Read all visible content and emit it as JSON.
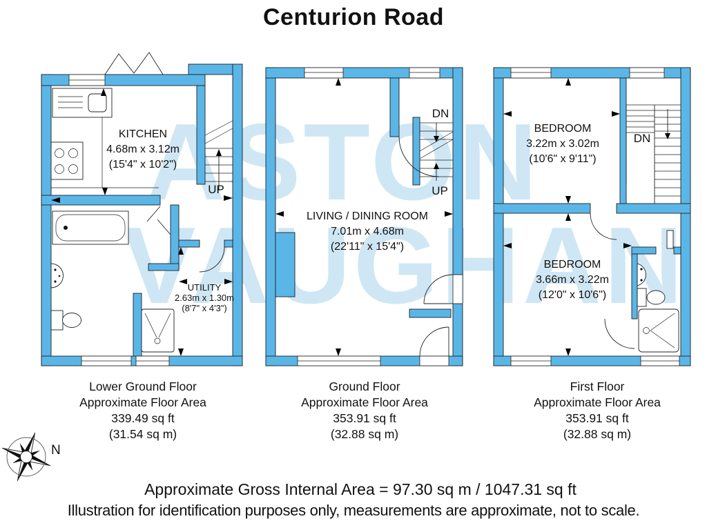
{
  "title": "Centurion Road",
  "watermark": {
    "line1": "ASTON",
    "line2": "VAUGHAN"
  },
  "colors": {
    "wall": "#5bb6e8",
    "watermark": "#cfe7f4",
    "ink": "#111111"
  },
  "floors": [
    {
      "caption": [
        "Lower Ground Floor",
        "Approximate Floor Area",
        "339.49 sq ft",
        "(31.54 sq m)"
      ],
      "rooms": {
        "kitchen": {
          "name": "KITCHEN",
          "metric": "4.68m x 3.12m",
          "imperial": "(15'4\" x 10'2\")"
        },
        "utility": {
          "name": "UTILITY",
          "metric": "2.63m x 1.30m",
          "imperial": "(8'7\" x 4'3\")"
        }
      },
      "stair_up": "UP"
    },
    {
      "caption": [
        "Ground Floor",
        "Approximate Floor Area",
        "353.91 sq ft",
        "(32.88 sq m)"
      ],
      "rooms": {
        "living": {
          "name": "LIVING / DINING ROOM",
          "metric": "7.01m x 4.68m",
          "imperial": "(22'11\" x 15'4\")"
        }
      },
      "stair_dn": "DN",
      "stair_up": "UP"
    },
    {
      "caption": [
        "First Floor",
        "Approximate Floor Area",
        "353.91 sq ft",
        "(32.88 sq m)"
      ],
      "rooms": {
        "bedroom1": {
          "name": "BEDROOM",
          "metric": "3.22m x 3.02m",
          "imperial": "(10'6\" x 9'11\")"
        },
        "bedroom2": {
          "name": "BEDROOM",
          "metric": "3.66m x 3.22m",
          "imperial": "(12'0\" x 10'6\")"
        }
      },
      "stair_dn": "DN"
    }
  ],
  "compass": {
    "north": "N"
  },
  "footer": {
    "area": "Approximate Gross Internal Area = 97.30 sq m / 1047.31 sq ft",
    "disclaimer": "Illustration for identification purposes only, measurements are approximate, not to scale."
  }
}
